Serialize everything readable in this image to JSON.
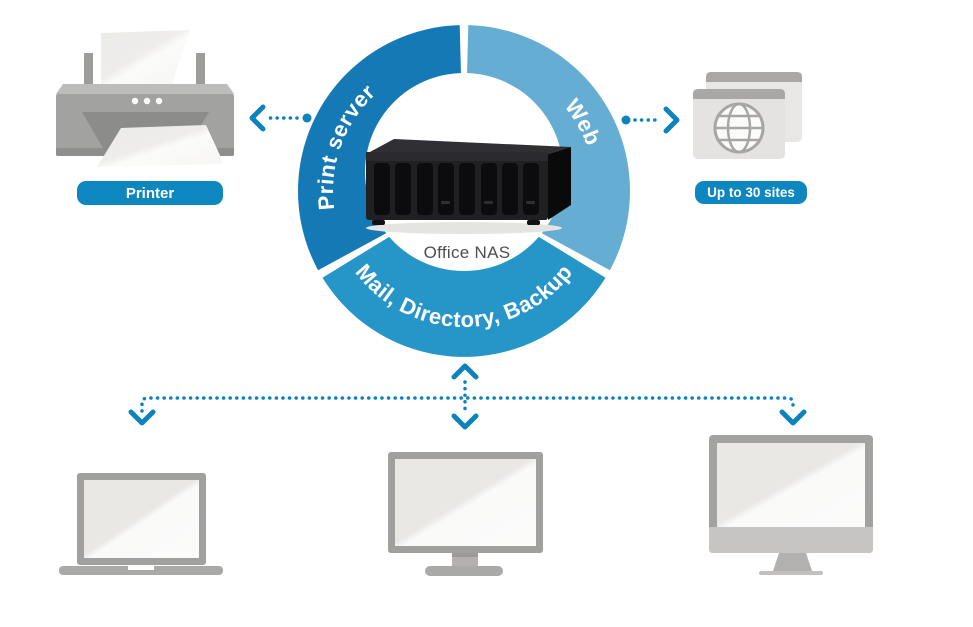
{
  "ring": {
    "center_label": "Office NAS",
    "segments": [
      {
        "name": "print-server",
        "label": "Print server",
        "color": "#1579b6"
      },
      {
        "name": "web",
        "label": "Web",
        "color": "#66add4"
      },
      {
        "name": "mail-directory-backup",
        "label": "Mail, Directory, Backup",
        "color": "#2695c7"
      }
    ]
  },
  "printer": {
    "label": "Printer",
    "icon": "printer-icon"
  },
  "web_sites": {
    "label": "Up to 30 sites",
    "icon": "browser-globe-icon"
  },
  "center_device": {
    "icon": "nas-device-icon"
  },
  "clients": [
    {
      "icon": "laptop-icon"
    },
    {
      "icon": "desktop-monitor-icon"
    },
    {
      "icon": "all-in-one-computer-icon"
    }
  ],
  "connectors": [
    {
      "icon": "dotted-arrow-left-icon"
    },
    {
      "icon": "dotted-arrow-right-icon"
    },
    {
      "icon": "dotted-arrow-down-network-icon"
    }
  ],
  "colors": {
    "accent_blue": "#0e86c0",
    "segment_dark_blue": "#1579b6",
    "segment_light_blue": "#66add4",
    "segment_medium_blue": "#2695c7",
    "label_text": "#ffffff",
    "center_label_text": "#4e4e50",
    "device_gray": "#a2a2a1"
  }
}
